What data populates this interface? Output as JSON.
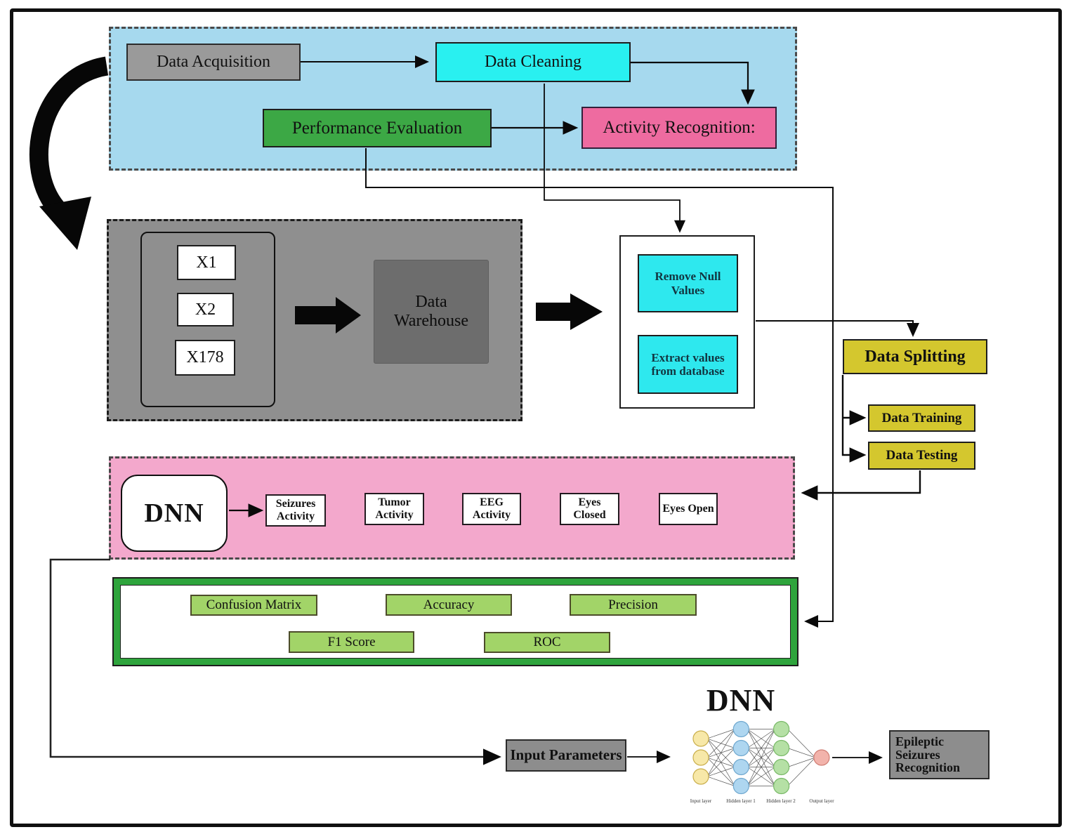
{
  "colors": {
    "section_blue": "#a6d9ee",
    "section_gray": "#8f8f8f",
    "section_pink": "#f3a8cc",
    "cyan": "#29f0f0",
    "green": "#3ca845",
    "recognition_pink": "#ee6ba0",
    "box_gray": "#9a9a9a",
    "warehouse_gray": "#6d6d6d",
    "yellow": "#d4c72e",
    "eval_frame_green": "#2ea43c",
    "metric_green": "#a2d468"
  },
  "pipeline": {
    "data_acquisition": "Data Acquisition",
    "data_cleaning": "Data Cleaning",
    "performance_evaluation": "Performance Evaluation",
    "activity_recognition": "Activity Recognition:"
  },
  "warehouse": {
    "x1": "X1",
    "x2": "X2",
    "x178": "X178",
    "data_warehouse": "Data Warehouse"
  },
  "preprocessing": {
    "remove_null": "Remove Null Values",
    "extract_values": "Extract values from database"
  },
  "splitting": {
    "data_splitting": "Data Splitting",
    "data_training": "Data Training",
    "data_testing": "Data Testing"
  },
  "classification": {
    "model": "DNN",
    "classes": [
      "Seizures Activity",
      "Tumor Activity",
      "EEG Activity",
      "Eyes Closed",
      "Eyes Open"
    ]
  },
  "evaluation": {
    "metrics": [
      "Confusion Matrix",
      "Accuracy",
      "Precision",
      "F1 Score",
      "ROC"
    ]
  },
  "dnn_detail": {
    "title": "DNN",
    "input_parameters": "Input Parameters",
    "output": "Epileptic Seizures Recognition",
    "layer_labels": [
      "Input layer",
      "Hidden layer 1",
      "Hidden layer 2",
      "Output layer"
    ],
    "layers": [
      {
        "count": 3,
        "fill": "#f7e8a8",
        "stroke": "#c9ae4b"
      },
      {
        "count": 4,
        "fill": "#aed6f0",
        "stroke": "#6fa8cf"
      },
      {
        "count": 4,
        "fill": "#b5e0a5",
        "stroke": "#79b968"
      },
      {
        "count": 1,
        "fill": "#f2b3ab",
        "stroke": "#cf7c72"
      }
    ]
  }
}
